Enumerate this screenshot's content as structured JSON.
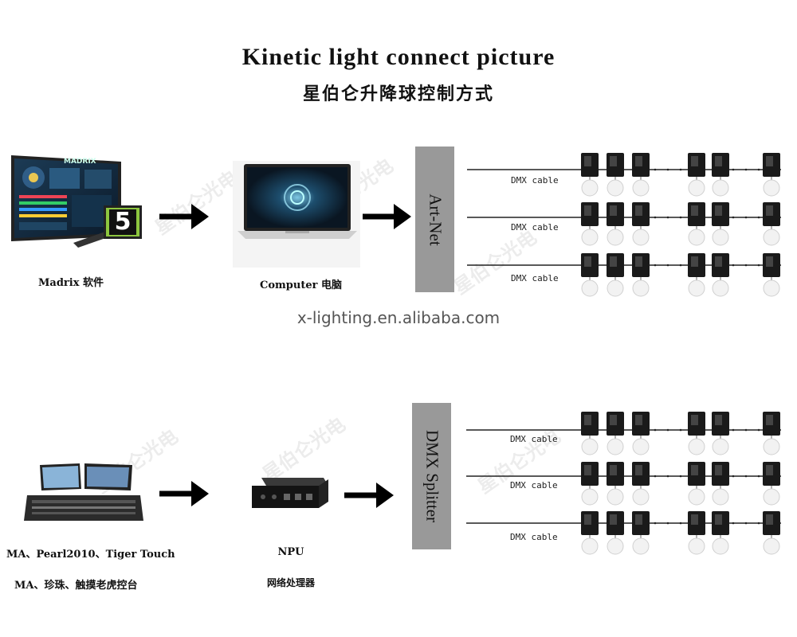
{
  "title": "Kinetic light connect picture",
  "subtitle": "星伯仑升降球控制方式",
  "website": "x-lighting.en.alibaba.com",
  "watermark": "星伯仑光电",
  "top_row": {
    "software_label": "Madrix 软件",
    "software_logo_text": "MADRIX",
    "version_badge": "5",
    "computer_label": "Computer 电脑",
    "interface_label": "Art-Net",
    "cable_labels": [
      "DMX cable",
      "DMX cable",
      "DMX cable"
    ]
  },
  "bottom_row": {
    "console_label_en": "MA、Pearl2010、Tiger Touch",
    "console_label_cn": "MA、珍珠、触摸老虎控台",
    "npu_label": "NPU",
    "npu_label_cn": "网络处理器",
    "interface_label": "DMX Splitter",
    "cable_labels": [
      "DMX cable",
      "DMX cable",
      "DMX cable"
    ]
  },
  "colors": {
    "interface_box": "#999999",
    "arrow": "#000000",
    "sphere": "#f2f2f2",
    "motor": "#1a1a1a"
  },
  "icons": [
    "arrow-right-icon",
    "winch-motor-icon",
    "sphere-icon",
    "laptop-icon",
    "console-icon",
    "npu-icon"
  ]
}
